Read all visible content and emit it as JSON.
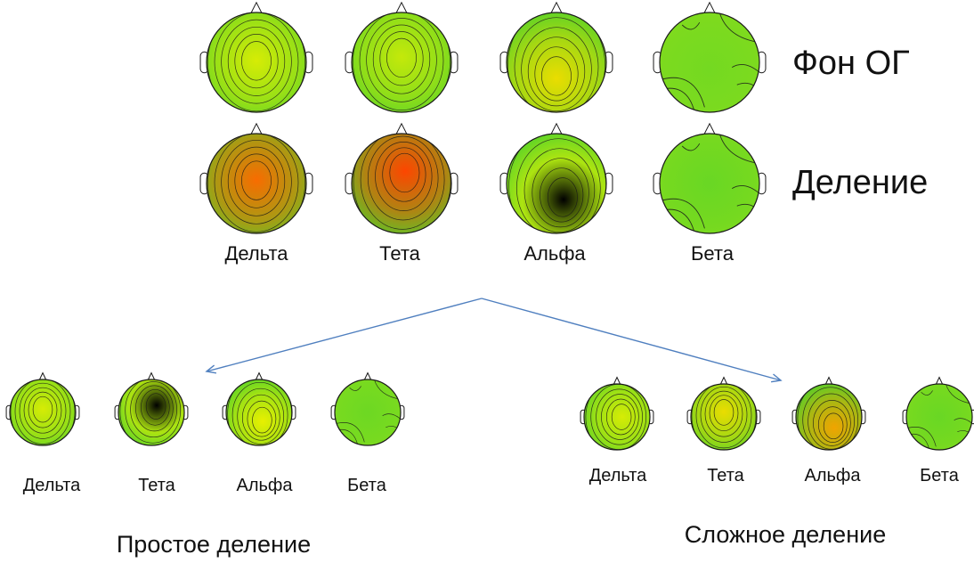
{
  "row_labels": {
    "background": "Фон ОГ",
    "division": "Деление"
  },
  "bands": {
    "delta": "Дельта",
    "theta": "Тета",
    "alpha": "Альфа",
    "beta": "Бета"
  },
  "groups": {
    "simple": "Простое деление",
    "complex": "Сложное деление"
  },
  "colors": {
    "low": "#33cc33",
    "mid": "#e8f000",
    "high": "#ff3300",
    "contour": "#1a1a1a",
    "arrow": "#4f7fbf"
  }
}
